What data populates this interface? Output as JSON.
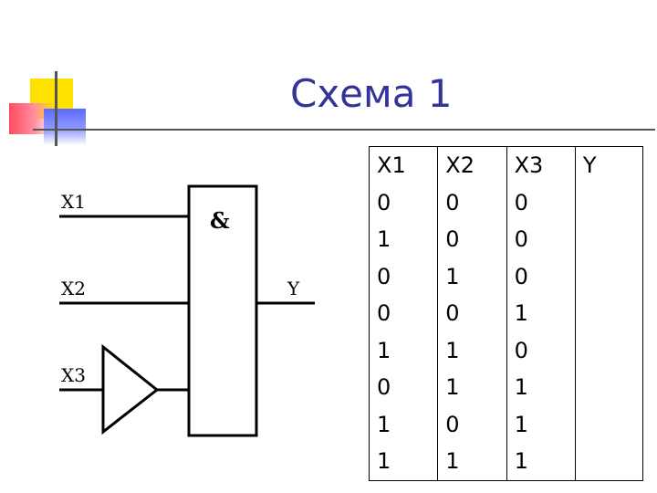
{
  "slide": {
    "title": "Схема 1"
  },
  "circuit": {
    "gate_symbol": "&",
    "inputs": [
      "X1",
      "X2",
      "X3"
    ],
    "output": "Y"
  },
  "truth_table": {
    "headers": [
      "X1",
      "X2",
      "X3",
      "Y"
    ],
    "rows": [
      [
        "0",
        "0",
        "0",
        ""
      ],
      [
        "1",
        "0",
        "0",
        ""
      ],
      [
        "0",
        "1",
        "0",
        ""
      ],
      [
        "0",
        "0",
        "1",
        ""
      ],
      [
        "1",
        "1",
        "0",
        ""
      ],
      [
        "0",
        "1",
        "1",
        ""
      ],
      [
        "1",
        "0",
        "1",
        ""
      ],
      [
        "1",
        "1",
        "1",
        ""
      ]
    ]
  },
  "colors": {
    "title": "#333399",
    "logo_yellow": "#ffe100",
    "logo_red": "#ff4a5e",
    "logo_blue": "#5d6bff"
  }
}
